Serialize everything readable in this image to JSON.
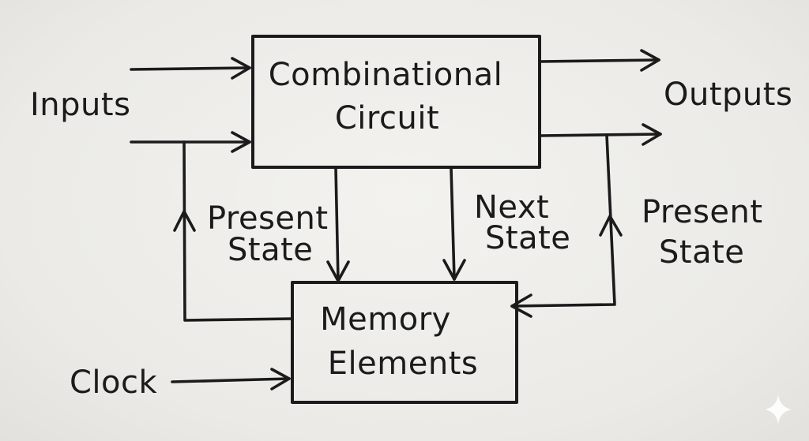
{
  "blocks": {
    "combinational": {
      "line1": "Combinational",
      "line2": "Circuit"
    },
    "memory": {
      "line1": "Memory",
      "line2": "Elements"
    }
  },
  "labels": {
    "inputs": "Inputs",
    "outputs": "Outputs",
    "clock": "Clock",
    "present_state_left": {
      "line1": "Present",
      "line2": "State"
    },
    "next_state": {
      "line1": "Next",
      "line2": "State"
    },
    "present_state_right": {
      "line1": "Present",
      "line2": "State"
    }
  },
  "colors": {
    "ink": "#1b1b1b",
    "paper": "#ecebe8"
  },
  "icons": {
    "watermark": "sparkle-icon"
  }
}
